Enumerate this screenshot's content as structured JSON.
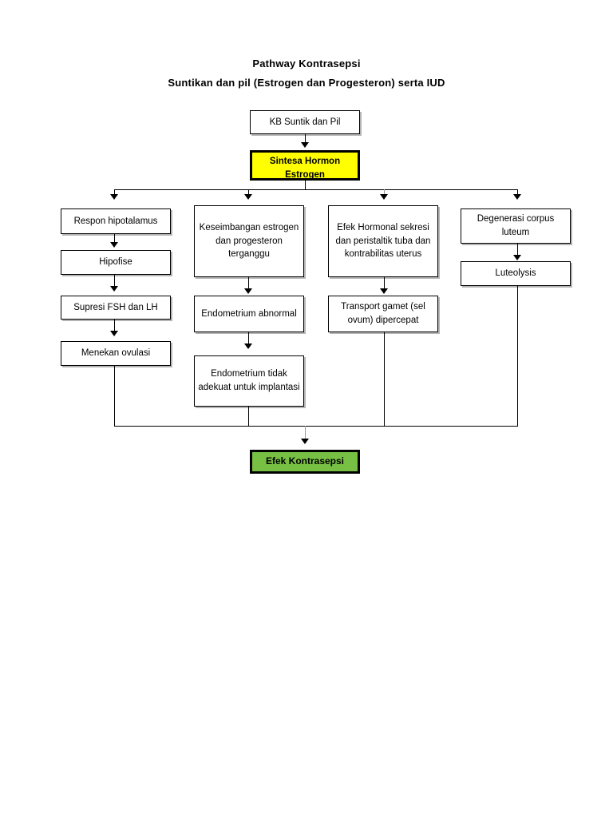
{
  "document": {
    "title_line_1": "Pathway Kontrasepsi",
    "title_line_2": "Suntikan dan pil (Estrogen dan Progesteron) serta IUD"
  },
  "colors": {
    "highlight_yellow": "#FFFF00",
    "highlight_green": "#77C043",
    "box_border": "#000000",
    "box_fill": "#FFFFFF",
    "connector": "#000000"
  },
  "flowchart": {
    "type": "flowchart",
    "root": {
      "id": "kb-suntik-dan-pil",
      "label": "KB Suntik dan Pil"
    },
    "hormone": {
      "id": "sintesa-hormon-estrogen",
      "label": "Sintesa Hormon Estrogen",
      "label_line_1": "Sintesa Hormon",
      "label_line_2": "Estrogen",
      "fill": "#FFFF00"
    },
    "columns": [
      {
        "id": "column-1",
        "nodes": [
          {
            "id": "respon-hipotalamus",
            "label": "Respon hipotalamus"
          },
          {
            "id": "hipofise",
            "label": "Hipofise"
          },
          {
            "id": "supresi-fsh-dan-lh",
            "label": "Supresi FSH dan LH"
          },
          {
            "id": "menekan-ovulasi",
            "label": "Menekan ovulasi"
          }
        ]
      },
      {
        "id": "column-2",
        "nodes": [
          {
            "id": "keseimbangan-hormon-terganggu",
            "label": "Keseimbangan estrogen dan progesteron terganggu"
          },
          {
            "id": "endometrium-abnormal",
            "label": "Endometrium abnormal"
          },
          {
            "id": "endometrium-tidak-adekuat",
            "label": "Endometrium tidak adekuat untuk implantasi"
          }
        ]
      },
      {
        "id": "column-3",
        "nodes": [
          {
            "id": "efek-hormonal-sekresi",
            "label": "Efek Hormonal sekresi dan peristaltik tuba dan kontrabilitas uterus"
          },
          {
            "id": "transport-gamet-dipercepat",
            "label": "Transport gamet (sel ovum) dipercepat"
          }
        ]
      },
      {
        "id": "column-4",
        "nodes": [
          {
            "id": "degenerasi-corpus-luteum",
            "label": "Degenerasi corpus luteum"
          },
          {
            "id": "luteolysis",
            "label": "Luteolysis"
          }
        ]
      }
    ],
    "outcome": {
      "id": "efek-kontrasepsi",
      "label": "Efek Kontrasepsi",
      "fill": "#77C043"
    }
  }
}
